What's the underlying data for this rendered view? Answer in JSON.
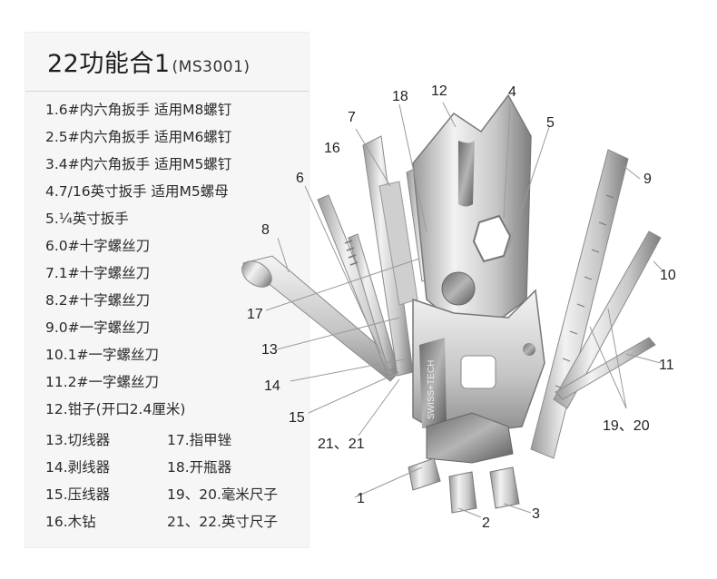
{
  "title": "22功能合1",
  "model": "(MS3001)",
  "features_single": [
    "1.6#内六角扳手 适用M8螺钉",
    "2.5#内六角扳手 适用M6螺钉",
    "3.4#内六角扳手 适用M5螺钉",
    "4.7/16英寸扳手 适用M5螺母",
    "5.¼英寸扳手",
    "6.0#十字螺丝刀",
    "7.1#十字螺丝刀",
    "8.2#十字螺丝刀",
    "9.0#一字螺丝刀",
    "10.1#一字螺丝刀",
    "11.2#一字螺丝刀",
    "12.钳子(开口2.4厘米)"
  ],
  "features_left": [
    "13.切线器",
    "14.剥线器",
    "15.压线器",
    "16.木钻"
  ],
  "features_right": [
    "17.指甲锉",
    "18.开瓶器",
    "19、20.毫米尺子",
    "21、22.英寸尺子"
  ],
  "handle_brand": "SWISS+TECH",
  "callouts": [
    "1",
    "2",
    "3",
    "4",
    "5",
    "6",
    "7",
    "8",
    "9",
    "10",
    "11",
    "12",
    "13",
    "14",
    "15",
    "16",
    "17",
    "18",
    "19、20",
    "21、21"
  ],
  "colors": {
    "panel": "#f6f6f6",
    "steel_light": "#e9e9e9",
    "steel_dark": "#8a8a8a",
    "text": "#222222"
  }
}
